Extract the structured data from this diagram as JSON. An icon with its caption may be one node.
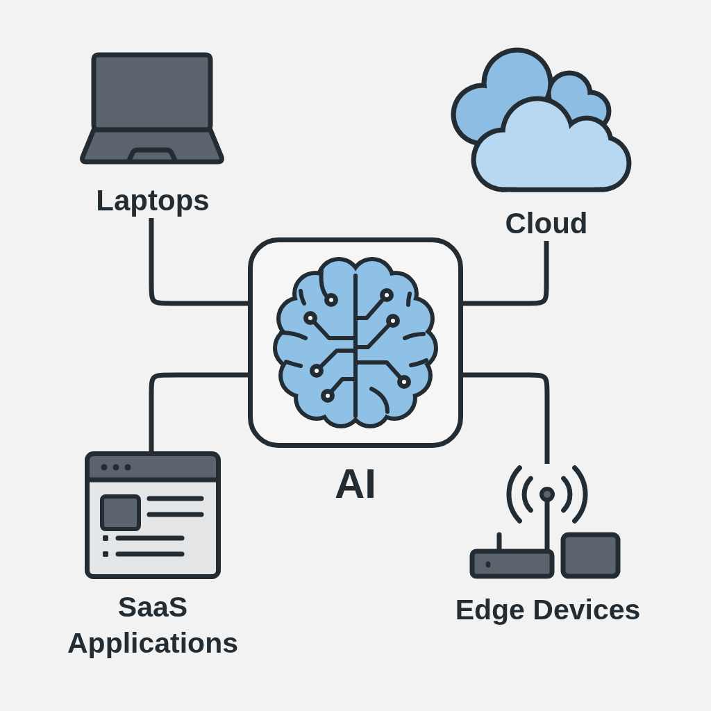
{
  "diagram": {
    "nodes": [
      {
        "text": [
          "Laptops"
        ]
      },
      {
        "text": [
          "Cloud"
        ]
      },
      {
        "text": [
          "AI"
        ]
      },
      {
        "text": [
          "SaaS Applications"
        ]
      },
      {
        "text": [
          "Edge Devices"
        ]
      }
    ],
    "edges": [
      {
        "from": 0,
        "to": 2,
        "arrow": "none"
      },
      {
        "from": 1,
        "to": 2,
        "arrow": "none"
      },
      {
        "from": 3,
        "to": 2,
        "arrow": "none"
      },
      {
        "from": 4,
        "to": 2,
        "arrow": "none"
      }
    ]
  }
}
